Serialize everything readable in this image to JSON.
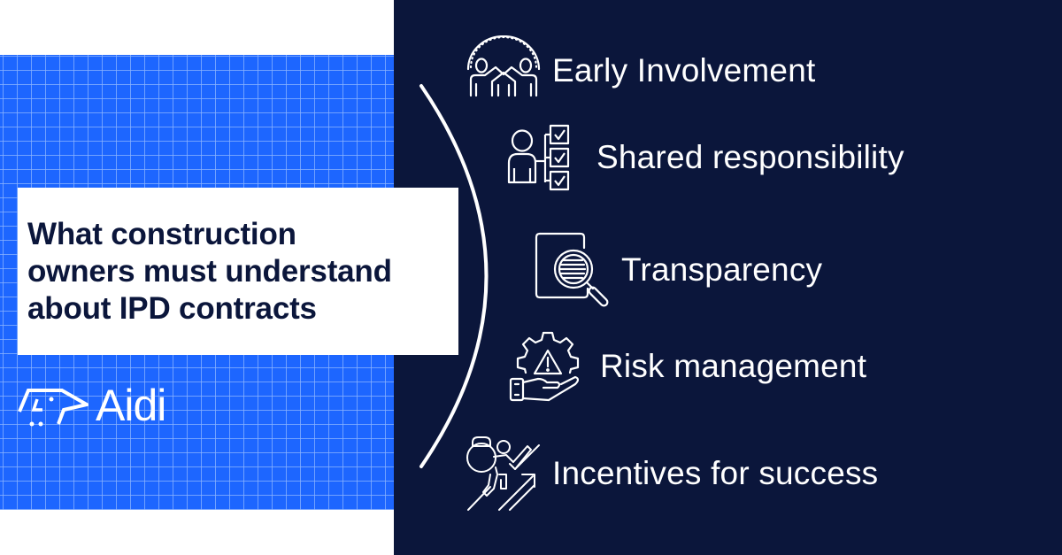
{
  "title": {
    "text": "What construction\nowners must understand\nabout IPD contracts"
  },
  "brand": {
    "name": "Aidi",
    "icon": "dog-head-logo-icon"
  },
  "colors": {
    "grid_blue": "#1d66ff",
    "navy": "#0b163b",
    "white": "#ffffff"
  },
  "items": [
    {
      "label": "Early Involvement",
      "icon": "team-collaboration-icon"
    },
    {
      "label": "Shared responsibility",
      "icon": "person-checklist-icon"
    },
    {
      "label": "Transparency",
      "icon": "document-magnifier-icon"
    },
    {
      "label": "Risk management",
      "icon": "hand-gear-warning-icon"
    },
    {
      "label": "Incentives for success",
      "icon": "climber-kettlebell-arrows-icon"
    }
  ]
}
